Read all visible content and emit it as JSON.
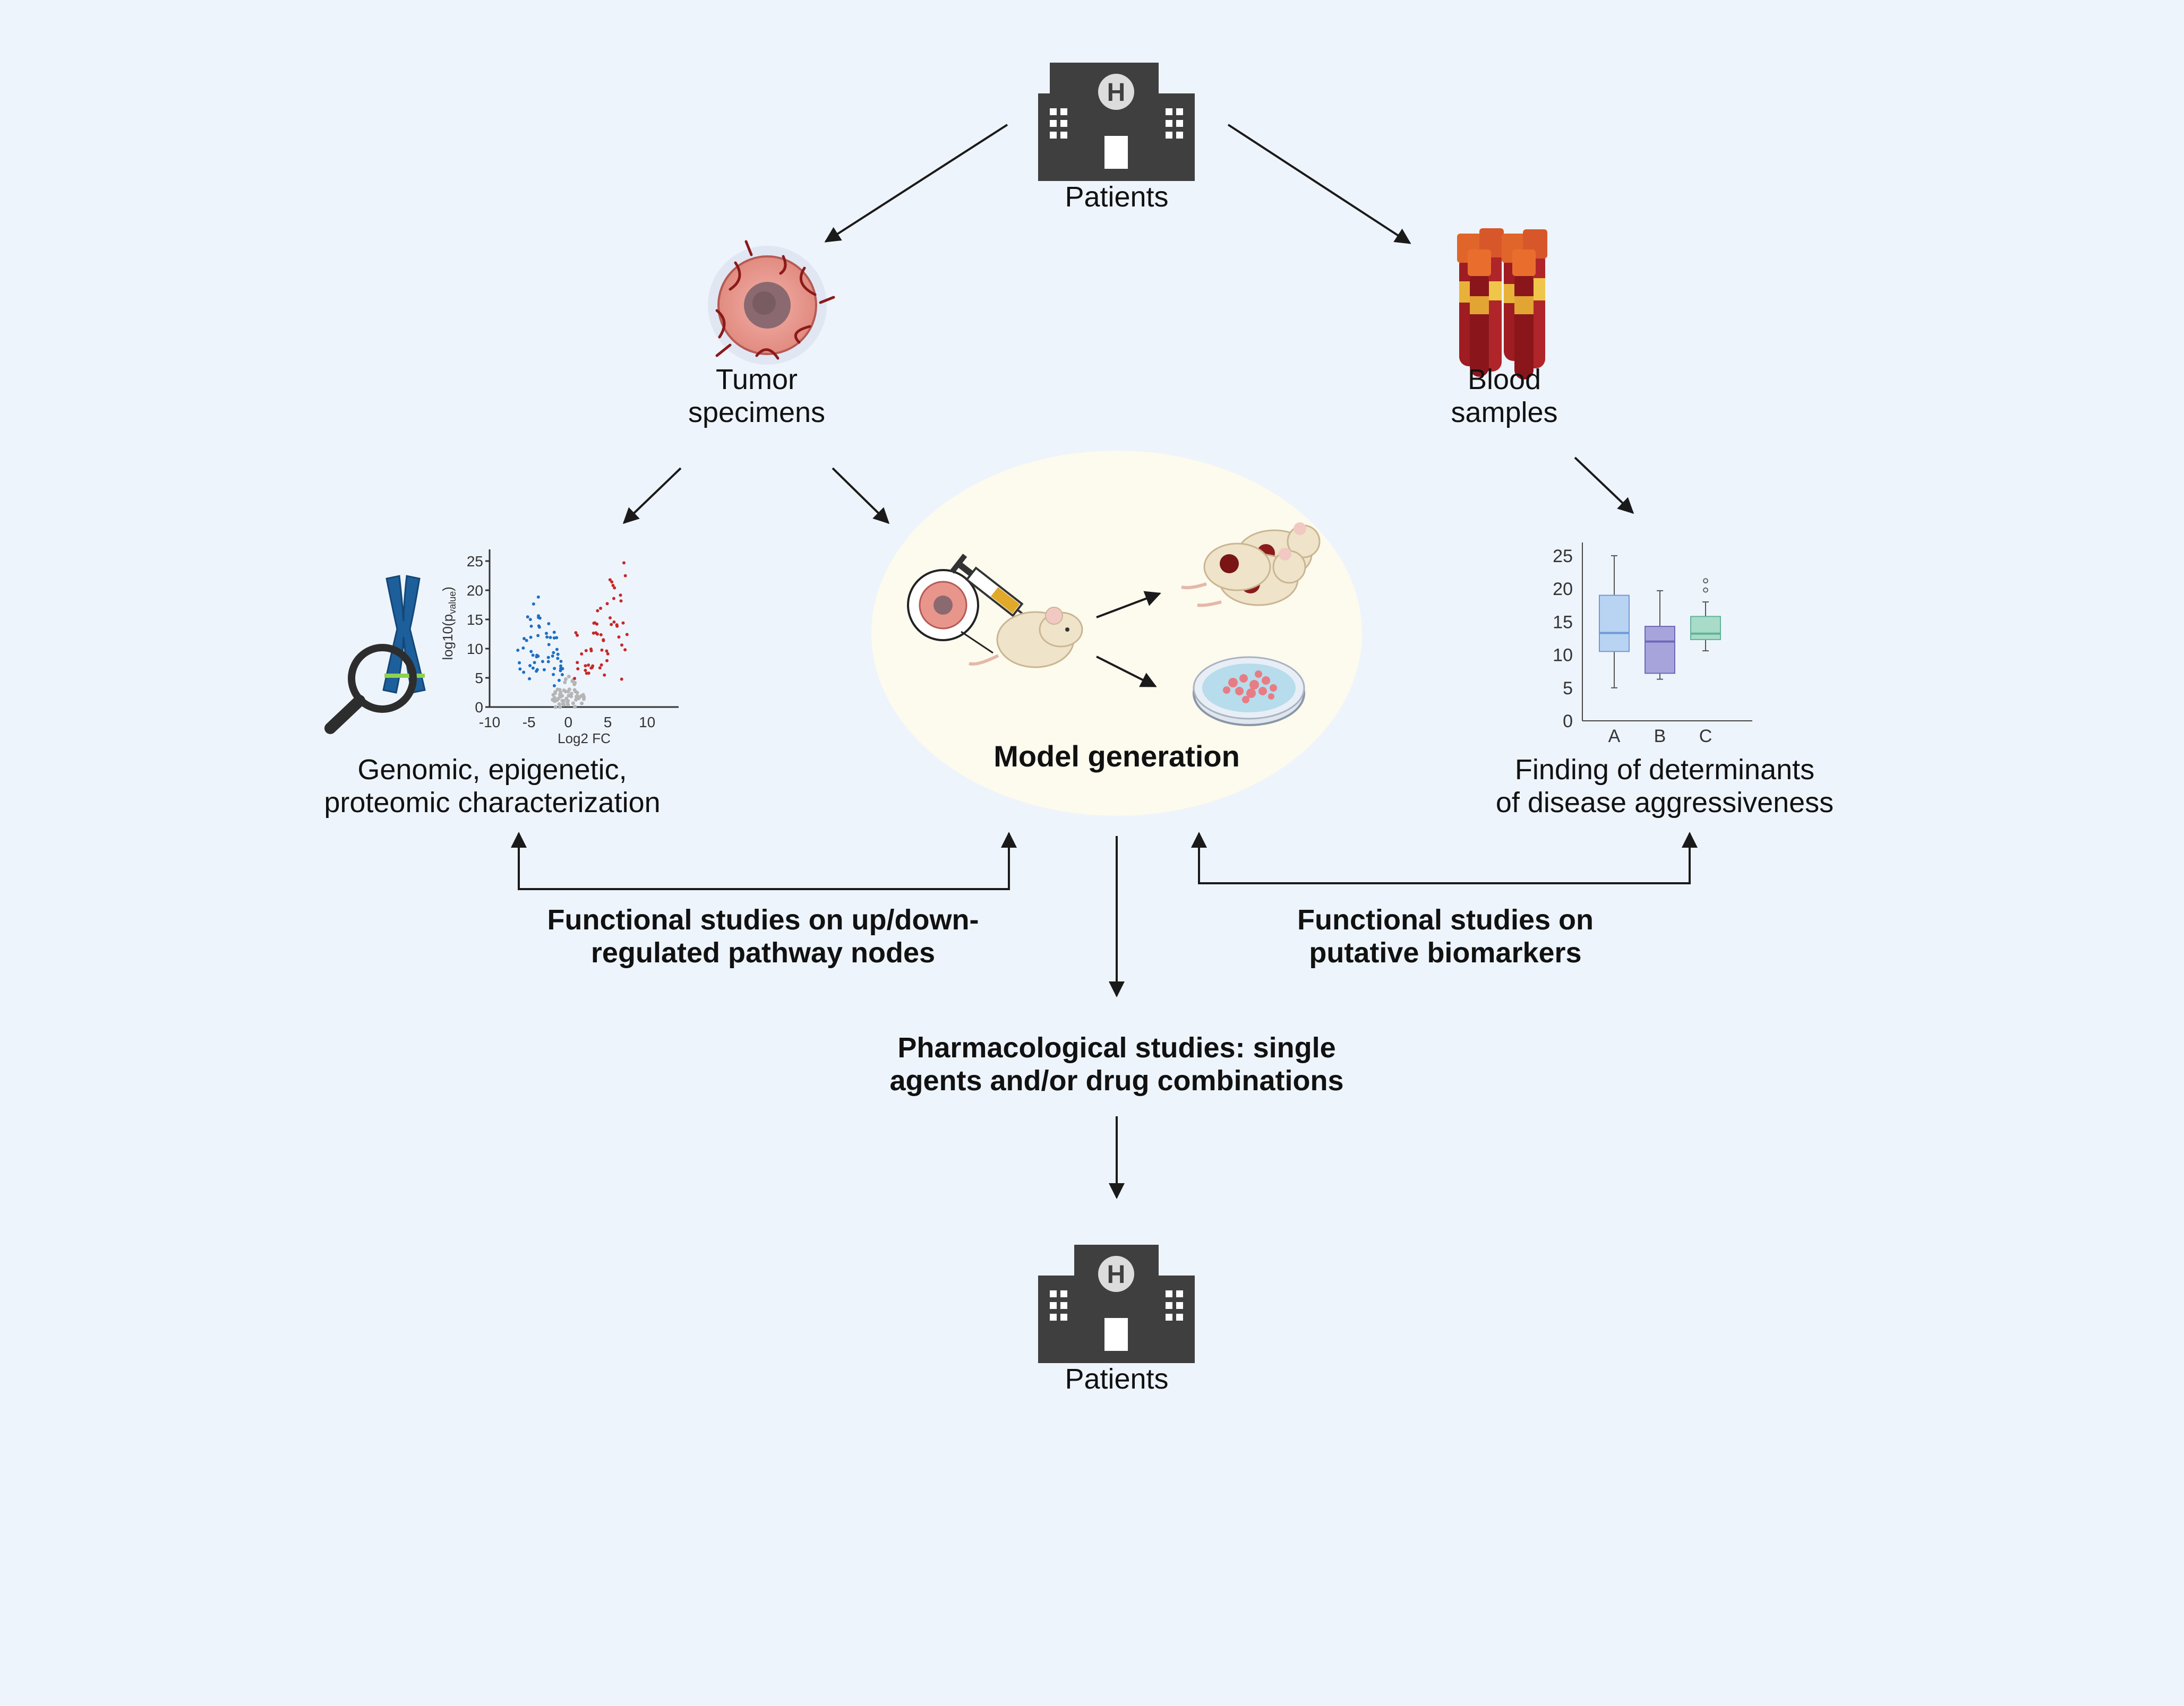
{
  "nodes": {
    "patients_top": {
      "label": "Patients"
    },
    "tumor": {
      "line1": "Tumor",
      "line2": "specimens"
    },
    "blood": {
      "line1": "Blood",
      "line2": "samples"
    },
    "genomic": {
      "line1": "Genomic, epigenetic,",
      "line2": "proteomic characterization"
    },
    "model": {
      "label": "Model generation"
    },
    "determinants": {
      "line1": "Finding of determinants",
      "line2": "of disease aggressiveness"
    },
    "functional_left": {
      "line1": "Functional studies on up/down-",
      "line2": "regulated pathway nodes"
    },
    "functional_right": {
      "line1": "Functional studies on",
      "line2": "putative biomarkers"
    },
    "pharmacological": {
      "line1": "Pharmacological studies: single",
      "line2": "agents and/or drug combinations"
    },
    "patients_bottom": {
      "label": "Patients"
    }
  },
  "icons": {
    "hospital": "hospital-building-icon",
    "tumor": "tumor-cell-icon",
    "blood": "blood-tubes-icon",
    "chromosome": "chromosome-magnifier-icon",
    "mouse": "mouse-injection-icon",
    "dish": "petri-dish-icon"
  },
  "colors": {
    "background": "#eef4fc",
    "model_ellipse": "#fdfaee",
    "hospital": "#3f3f3f",
    "up_regulated": "#c62828",
    "down_regulated": "#1e6fc2",
    "box_a": "#b9d3f3",
    "box_b": "#a7a4dc",
    "box_c": "#a8dcc8"
  },
  "chart_data": [
    {
      "type": "scatter",
      "subtype": "volcano",
      "xlabel": "Log2 FC",
      "ylabel": "log10(p",
      "ylabel_subscript": "value",
      "ylabel_close": ")",
      "xticks": [
        "-10",
        "-5",
        "0",
        "5",
        "10"
      ],
      "yticks": [
        "0",
        "5",
        "10",
        "15",
        "20",
        "25"
      ],
      "xlim": [
        -10,
        14
      ],
      "ylim": [
        0,
        27
      ],
      "groups": [
        "down-regulated",
        "not significant",
        "up-regulated"
      ]
    },
    {
      "type": "box",
      "categories": [
        "A",
        "B",
        "C"
      ],
      "yticks": [
        "0",
        "5",
        "10",
        "15",
        "20",
        "25"
      ],
      "ylim": [
        0,
        27
      ],
      "boxes": [
        {
          "name": "A",
          "min": 5,
          "q1": 10.5,
          "median": 13.3,
          "q3": 19,
          "max": 25,
          "outliers": []
        },
        {
          "name": "B",
          "min": 6.3,
          "q1": 7.2,
          "median": 12,
          "q3": 14.3,
          "max": 19.7,
          "outliers": []
        },
        {
          "name": "C",
          "min": 10.6,
          "q1": 12.3,
          "median": 13.2,
          "q3": 15.8,
          "max": 18,
          "outliers": [
            19.8,
            21.2
          ]
        }
      ]
    }
  ]
}
